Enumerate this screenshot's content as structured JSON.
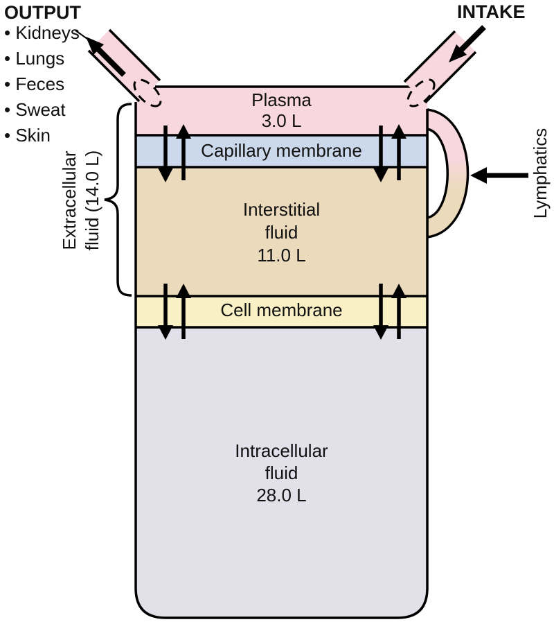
{
  "output": {
    "title": "OUTPUT",
    "items": [
      "Kidneys",
      "Lungs",
      "Feces",
      "Sweat",
      "Skin"
    ]
  },
  "intake": {
    "title": "INTAKE"
  },
  "labels": {
    "lymphatics": "Lymphatics",
    "extracellular_bracket": "Extracellular\nfluid (14.0 L)"
  },
  "compartments": {
    "plasma": {
      "label": "Plasma\n3.0 L",
      "volume": "3.0 L",
      "color": "#f8d7de"
    },
    "capillary_membrane": {
      "label": "Capillary membrane",
      "color": "#ccd9ec"
    },
    "interstitial_fluid": {
      "label": "Interstitial\nfluid\n11.0 L",
      "volume": "11.0 L",
      "color": "#ecdabc"
    },
    "cell_membrane": {
      "label": "Cell membrane",
      "color": "#faf0c6"
    },
    "intracellular_fluid": {
      "label": "Intracellular\nfluid\n28.0 L",
      "volume": "28.0 L",
      "color": "#e2e1ea"
    }
  },
  "handle_colors": {
    "top": "#f8d7de",
    "bottom": "#ecdabc"
  },
  "ink": "#000000"
}
